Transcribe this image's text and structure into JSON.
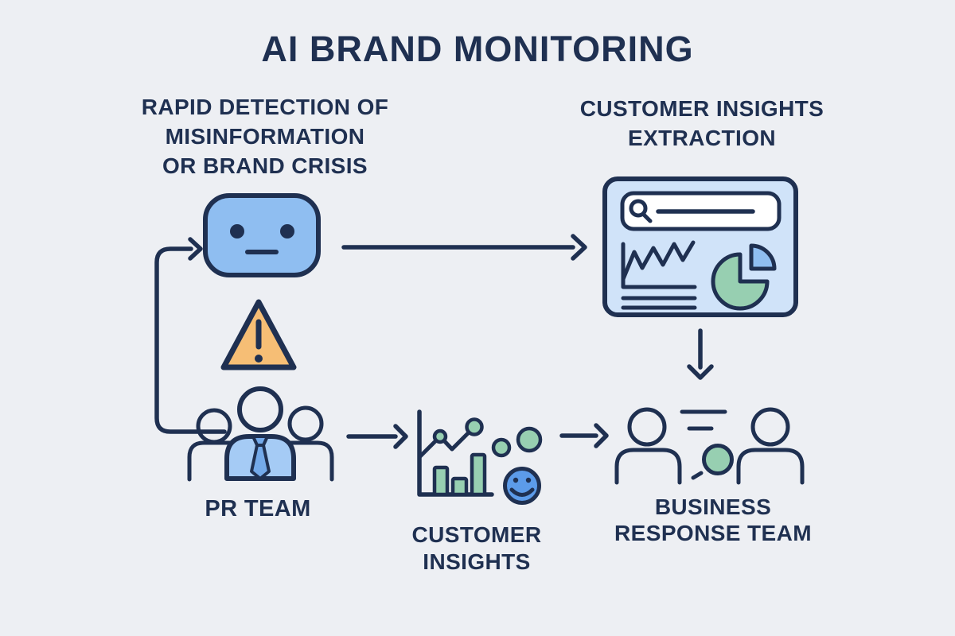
{
  "title": "AI BRAND MONITORING",
  "labels": {
    "rapid_detection": {
      "lines": [
        "RAPID DETECTION OF",
        "MISINFORMATION",
        "OR BRAND CRISIS"
      ]
    },
    "insights_extraction": {
      "lines": [
        "CUSTOMER INSIGHTS",
        "EXTRACTION"
      ]
    },
    "pr_team": "PR TEAM",
    "customer_insights": {
      "lines": [
        "CUSTOMER",
        "INSIGHTS"
      ]
    },
    "business_response_team": {
      "lines": [
        "BUSINESS",
        "RESPONSE TEAM"
      ]
    }
  },
  "icons": {
    "robot": "robot-face-icon",
    "warning": "warning-triangle-icon",
    "pr_team": "three-people-group-icon",
    "dashboard": "analytics-dashboard-icon",
    "search_bar": "search-bar-icon",
    "line_chart": "line-chart-icon",
    "pie_chart": "exploded-pie-chart-icon",
    "customer_insights": "bar-chart-with-trend-icon",
    "smiley": "smiley-face-icon",
    "business_team": "two-people-discussion-icon"
  },
  "flows": [
    "pr-team -> robot",
    "robot -> dashboard",
    "dashboard -> business-response-team",
    "pr-team -> customer-insights",
    "customer-insights -> business-response-team"
  ],
  "colors": {
    "bg": "#EDEFF3",
    "navy": "#1F3051",
    "robot_blue": "#8FBEF1",
    "panel_blue": "#D0E3F9",
    "torso_blue": "#A5CBF5",
    "tie_blue": "#74AAEA",
    "smiley_blue": "#5C9BE9",
    "green": "#97CFB1",
    "orange": "#F6BE75",
    "white": "#FFFFFF"
  }
}
